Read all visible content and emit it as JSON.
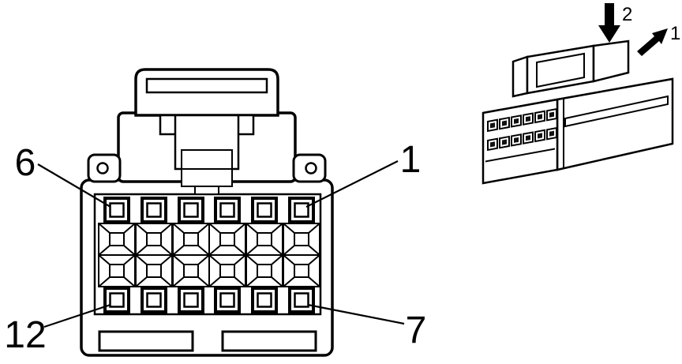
{
  "front_view": {
    "labels": {
      "pin6": "6",
      "pin1": "1",
      "pin12": "12",
      "pin7": "7"
    },
    "grid": {
      "columns": 6,
      "pin_rows": 2
    }
  },
  "perspective_view": {
    "labels": {
      "arrow2": "2",
      "arrow1": "1"
    }
  },
  "colors": {
    "line": "#000000",
    "background": "#ffffff",
    "pin_hole_fill": "#111111"
  }
}
